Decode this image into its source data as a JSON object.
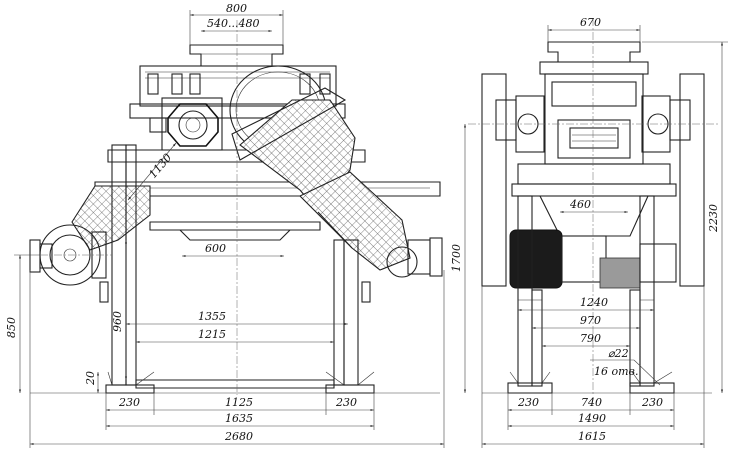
{
  "dimensions": {
    "front": {
      "top_800": "800",
      "top_540_480": "540...480",
      "diag_1130": "1130",
      "d_600": "600",
      "d_1355": "1355",
      "d_1215": "1215",
      "d_960": "960",
      "d_850": "850",
      "d_20": "20",
      "b_230_left": "230",
      "b_1125": "1125",
      "b_230_right": "230",
      "b_1635": "1635",
      "b_2680": "2680"
    },
    "side": {
      "top_670": "670",
      "d_460": "460",
      "d_1700": "1700",
      "d_2230": "2230",
      "d_1240": "1240",
      "d_970": "970",
      "d_790": "790",
      "hole_diameter": "⌀22",
      "holes_count": "16 отв.",
      "b_230_left": "230",
      "b_740": "740",
      "b_230_right": "230",
      "b_1490": "1490",
      "b_1615": "1615"
    }
  }
}
